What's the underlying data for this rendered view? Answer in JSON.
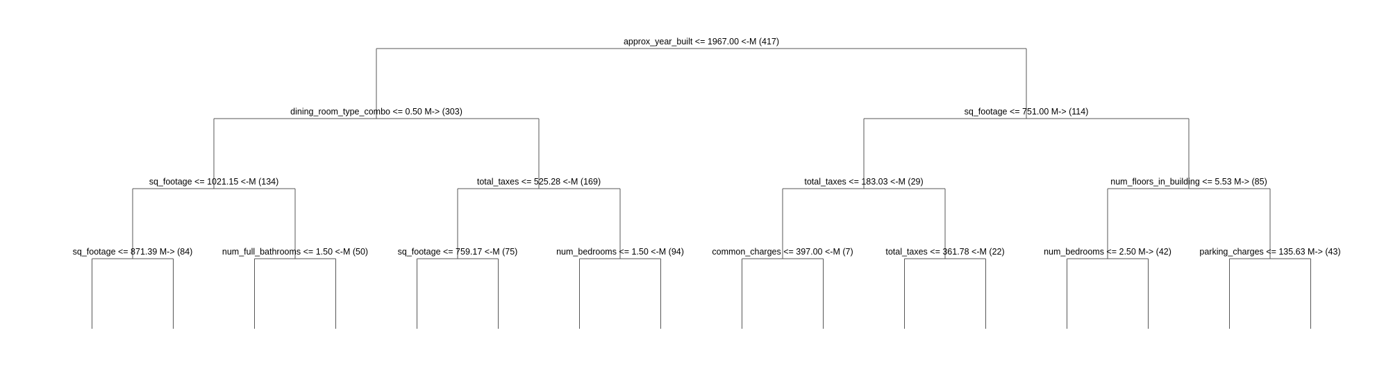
{
  "colors": {
    "background": "#ffffff",
    "line": "#555555",
    "text": "#000000"
  },
  "tree": {
    "root": {
      "label": "approx_year_built <= 1967.00 <-M (417)",
      "left": {
        "label": "dining_room_type_combo <= 0.50 M-> (303)",
        "left": {
          "label": "sq_footage <= 1021.15 <-M (134)",
          "left": {
            "label": "sq_footage <= 871.39 M-> (84)"
          },
          "right": {
            "label": "num_full_bathrooms <= 1.50 <-M (50)"
          }
        },
        "right": {
          "label": "total_taxes <= 525.28 <-M (169)",
          "left": {
            "label": "sq_footage <= 759.17 <-M (75)"
          },
          "right": {
            "label": "num_bedrooms <= 1.50 <-M (94)"
          }
        }
      },
      "right": {
        "label": "sq_footage <= 751.00 M-> (114)",
        "left": {
          "label": "total_taxes <= 183.03 <-M (29)",
          "left": {
            "label": "common_charges <= 397.00 <-M (7)"
          },
          "right": {
            "label": "total_taxes <= 361.78 <-M (22)"
          }
        },
        "right": {
          "label": "num_floors_in_building <= 5.53 M-> (85)",
          "left": {
            "label": "num_bedrooms <= 2.50 M-> (42)"
          },
          "right": {
            "label": "parking_charges <= 135.63 M-> (43)"
          }
        }
      }
    }
  }
}
